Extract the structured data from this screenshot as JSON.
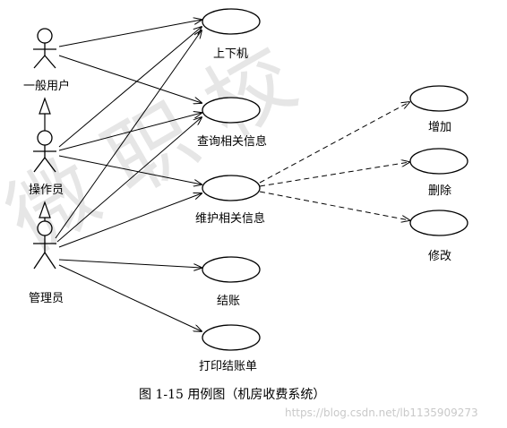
{
  "actors": [
    {
      "id": "general-user",
      "label": "一般用户"
    },
    {
      "id": "operator",
      "label": "操作员"
    },
    {
      "id": "manager",
      "label": "管理员"
    }
  ],
  "use_cases": [
    {
      "id": "login-logout",
      "label": "上下机"
    },
    {
      "id": "query-info",
      "label": "查询相关信息"
    },
    {
      "id": "maintain-info",
      "label": "维护相关信息"
    },
    {
      "id": "add",
      "label": "增加"
    },
    {
      "id": "delete",
      "label": "删除"
    },
    {
      "id": "modify",
      "label": "修改"
    },
    {
      "id": "checkout",
      "label": "结账"
    },
    {
      "id": "print-bill",
      "label": "打印结账单"
    }
  ],
  "caption": "图 1-15    用例图（机房收费系统）",
  "watermark": {
    "bg_text": "微 职 校",
    "url_text": "https://blog.csdn.net/lb1135909273"
  }
}
